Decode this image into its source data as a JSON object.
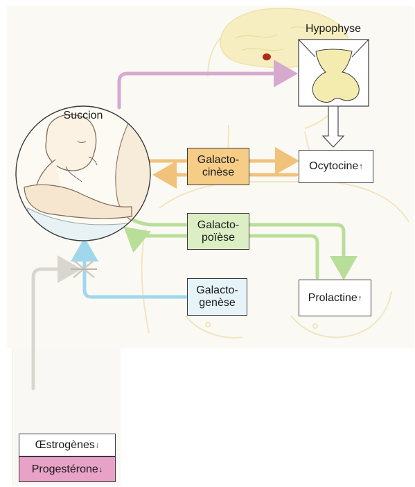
{
  "labels": {
    "hypophyse": "Hypophyse",
    "succion": "Succion",
    "ocytocine": "Ocytocine",
    "prolactine": "Prolactine",
    "galactocinese_l1": "Galacto-",
    "galactocinese_l2": "cinèse",
    "galactopoiese_l1": "Galacto-",
    "galactopoiese_l2": "poïèse",
    "galactogenese_l1": "Galacto-",
    "galactogenese_l2": "genèse",
    "oestrogenes": "Œstrogènes",
    "progesterone": "Progestérone"
  },
  "indicators": {
    "increase": "↑",
    "decrease": "↓"
  },
  "colors": {
    "purple_path": "#d6a9cf",
    "orange_path": "#f0c27a",
    "green_path": "#b9de9a",
    "blue_path": "#9fd8ec",
    "grey_path": "#d9d6cf",
    "galactocinese_fill": "#f5cd86",
    "galactopoiese_fill": "#dcefc4",
    "galactogenese_fill": "#e6f4fa",
    "progesterone_fill": "#e8a2c8",
    "pituitary_fill": "#f4ecae",
    "brain_fill": "#f6eec0",
    "body_outline": "#f0e6bf"
  },
  "icons": {
    "brain": "brain-icon",
    "pituitary_gland": "pituitary-gland-icon",
    "baby": "breastfeeding-baby-icon",
    "inhibition": "inhibition-cross-icon"
  }
}
